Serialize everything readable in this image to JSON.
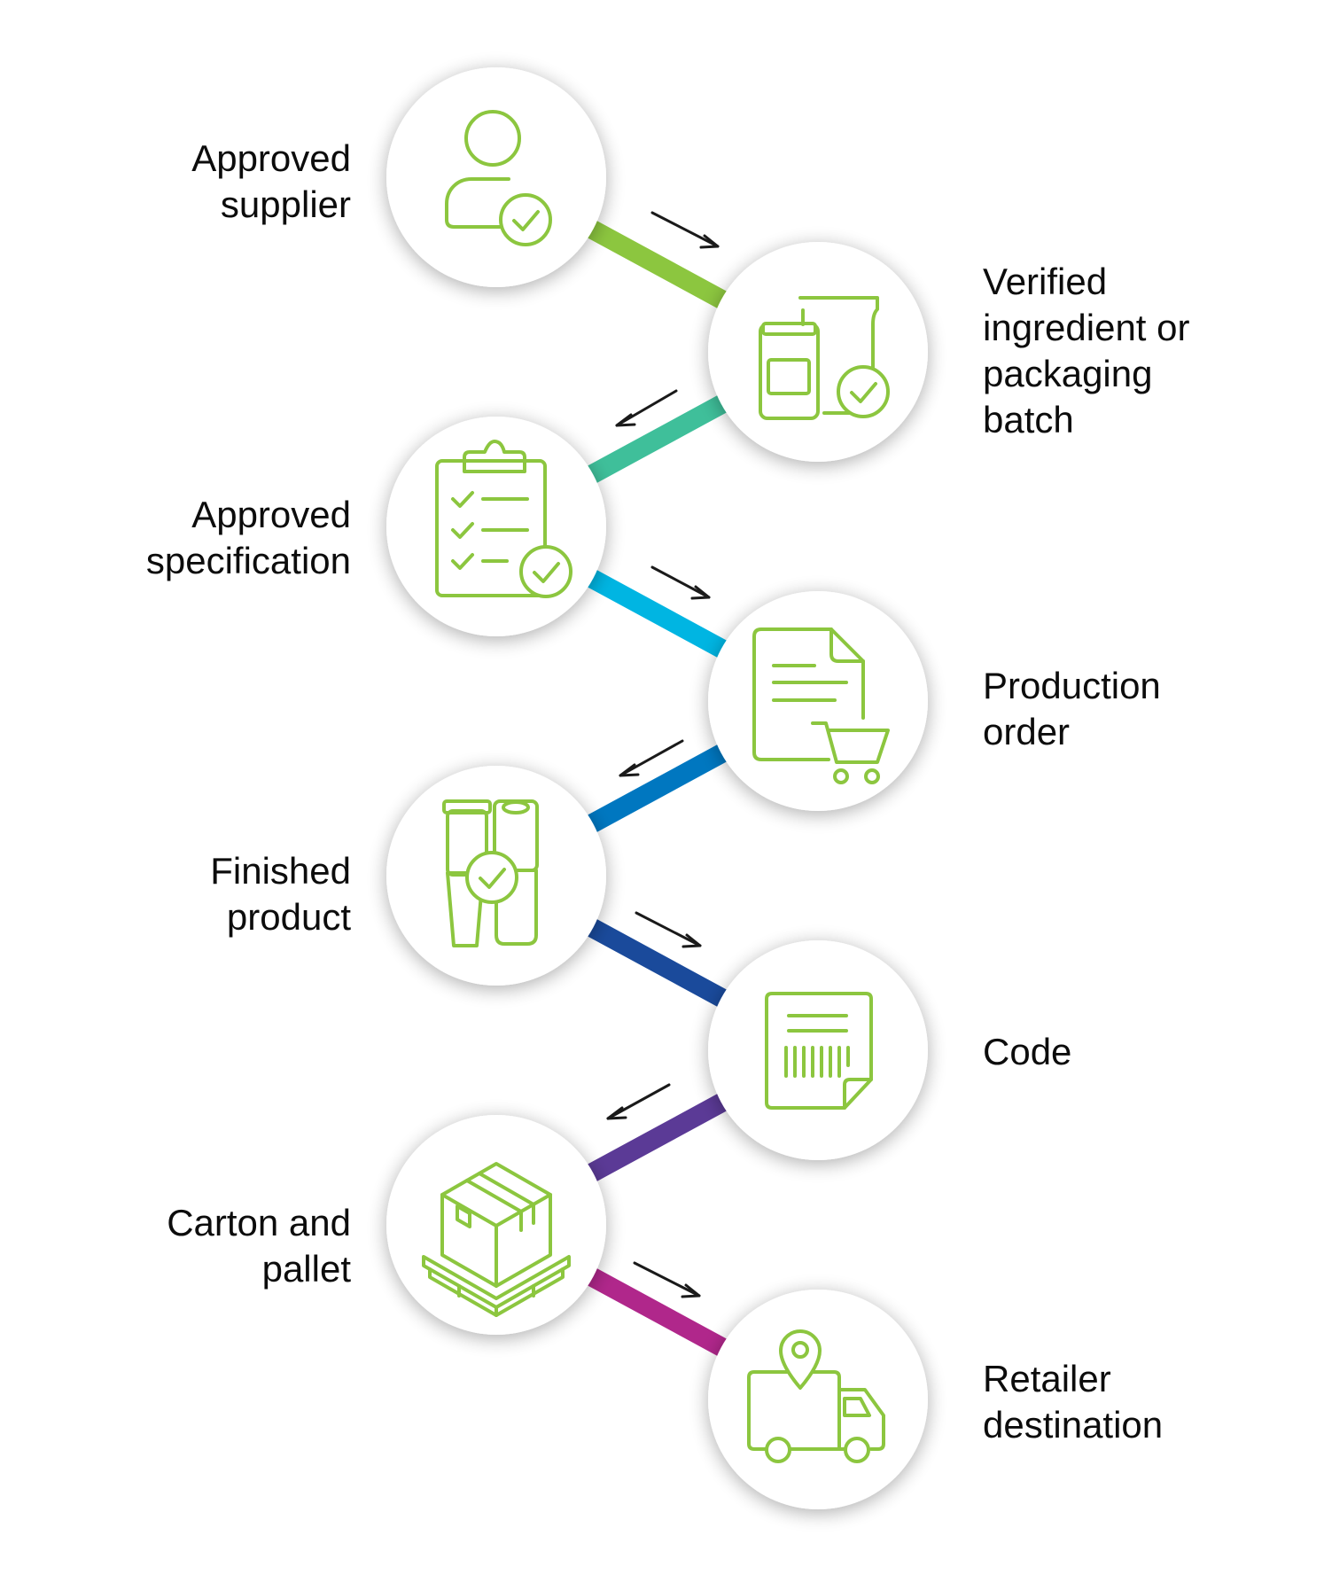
{
  "steps": [
    {
      "id": "approved-supplier",
      "lines": [
        "Approved",
        "supplier"
      ],
      "icon": "supplier-check-icon"
    },
    {
      "id": "verified-batch",
      "lines": [
        "Verified",
        "ingredient or",
        "packaging",
        "batch"
      ],
      "icon": "containers-check-icon"
    },
    {
      "id": "approved-specification",
      "lines": [
        "Approved",
        "specification"
      ],
      "icon": "clipboard-check-icon"
    },
    {
      "id": "production-order",
      "lines": [
        "Production",
        "order"
      ],
      "icon": "document-cart-icon"
    },
    {
      "id": "finished-product",
      "lines": [
        "Finished",
        "product"
      ],
      "icon": "products-check-icon"
    },
    {
      "id": "code",
      "lines": [
        "Code"
      ],
      "icon": "barcode-label-icon"
    },
    {
      "id": "carton-pallet",
      "lines": [
        "Carton and",
        "pallet"
      ],
      "icon": "box-pallet-icon"
    },
    {
      "id": "retailer-destination",
      "lines": [
        "Retailer",
        "destination"
      ],
      "icon": "delivery-truck-icon"
    }
  ],
  "colors": {
    "icon": "#8cc63f",
    "connectors": [
      "#8cc63f",
      "#3fbf9a",
      "#00b5e2",
      "#0077c0",
      "#1a4a9b",
      "#5b3a96",
      "#b0278b"
    ],
    "arrow": "#1a1a1a",
    "circle": "#ffffff",
    "text": "#0c0c0c"
  }
}
